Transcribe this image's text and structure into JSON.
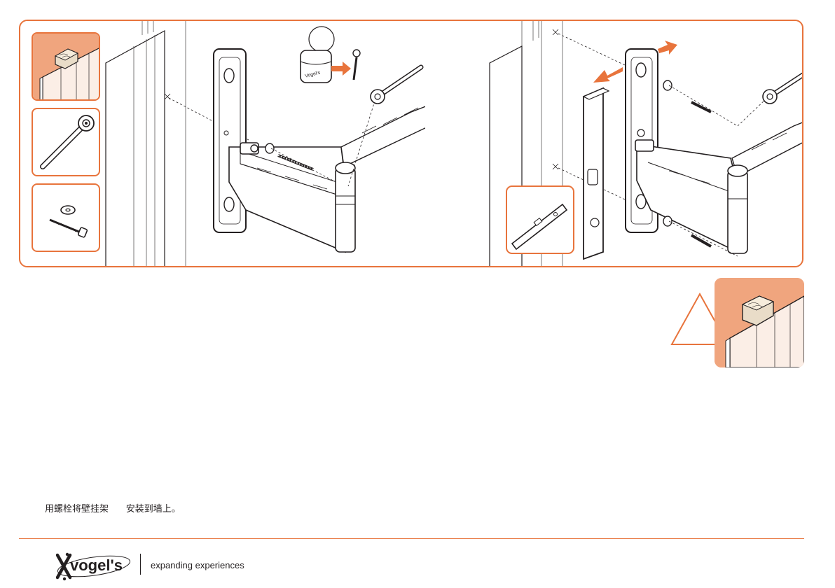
{
  "colors": {
    "accent": "#e8743c",
    "accent_fill": "#f0a57e",
    "ink": "#231f20"
  },
  "icons": {
    "thumb_1": "wooden-stud-wall-icon",
    "thumb_2": "socket-wrench-icon",
    "thumb_3": "washer-and-lag-screw-icon",
    "level": "spirit-level-icon",
    "warning": "warning-triangle-icon"
  },
  "step_left": {
    "box_label": "Vogel's"
  },
  "instruction": {
    "caption": "用螺栓将壁挂架      安装到墙上。"
  },
  "footer": {
    "brand": "vogel's",
    "tagline": "expanding experiences"
  }
}
